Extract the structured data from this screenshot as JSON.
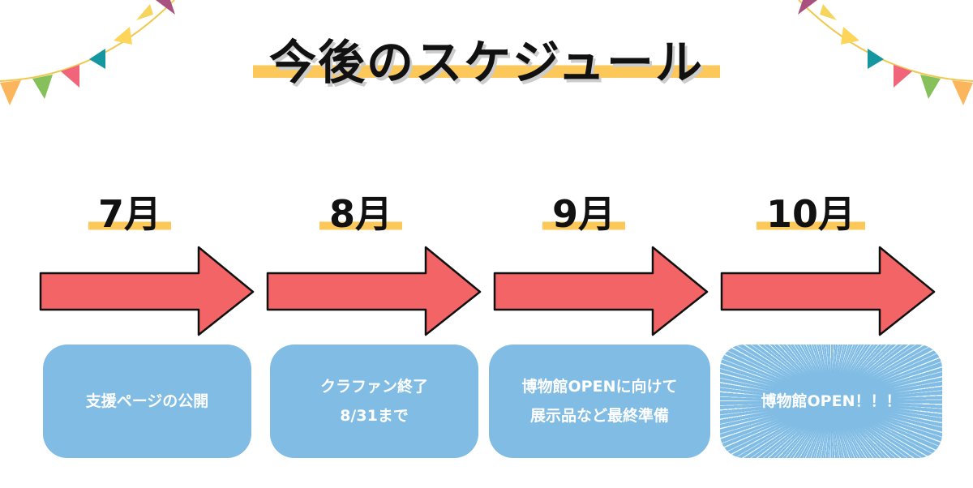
{
  "title": "今後のスケジュール",
  "colors": {
    "arrow": "#f26465",
    "box": "#80bce3",
    "highlight": "#fabe3c"
  },
  "schedule": [
    {
      "month": "7月",
      "lines": [
        "支援ページの公開"
      ]
    },
    {
      "month": "8月",
      "lines": [
        "クラファン終了",
        "8/31まで"
      ]
    },
    {
      "month": "9月",
      "lines": [
        "博物館OPENに向けて",
        "展示品など最終準備"
      ]
    },
    {
      "month": "10月",
      "lines": [
        "博物館OPEN！！！"
      ]
    }
  ]
}
